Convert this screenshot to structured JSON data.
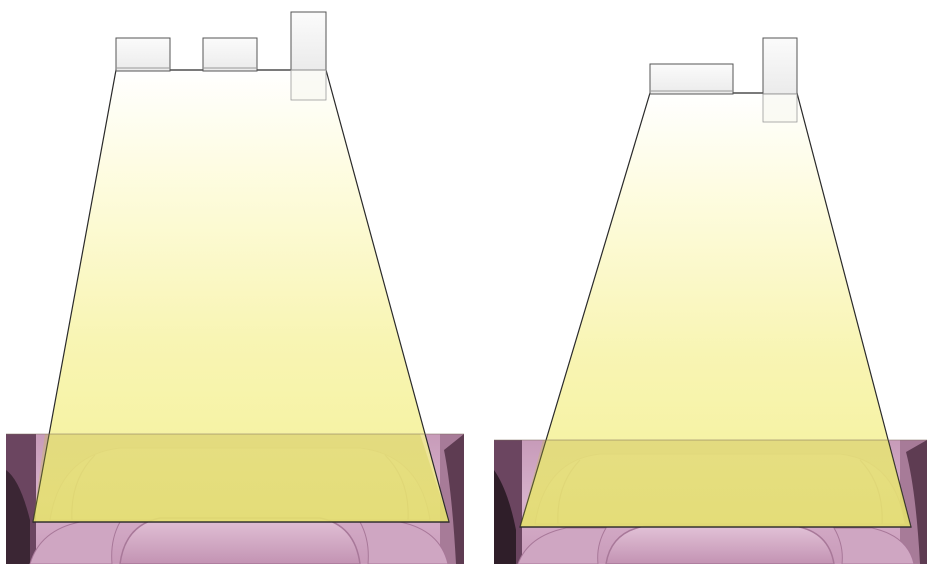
{
  "colors": {
    "background": "#ffffff",
    "light_beam_top": "#fffff4",
    "light_beam_bottom": "#f3f08a",
    "light_beam_outline": "#222222",
    "lamp_fill": "#f3f3f3",
    "lamp_outline": "#555555",
    "seat_leather_light": "#d9b3cf",
    "seat_leather_mid": "#b98aaa",
    "seat_leather_dark": "#4a2f3f",
    "seat_highlight_overlay": "#e8e64a"
  },
  "panels": [
    {
      "id": "left",
      "lamp_count": 3,
      "description_key": "three-lamp-configuration"
    },
    {
      "id": "right",
      "lamp_count": 2,
      "description_key": "two-lamp-configuration"
    }
  ]
}
